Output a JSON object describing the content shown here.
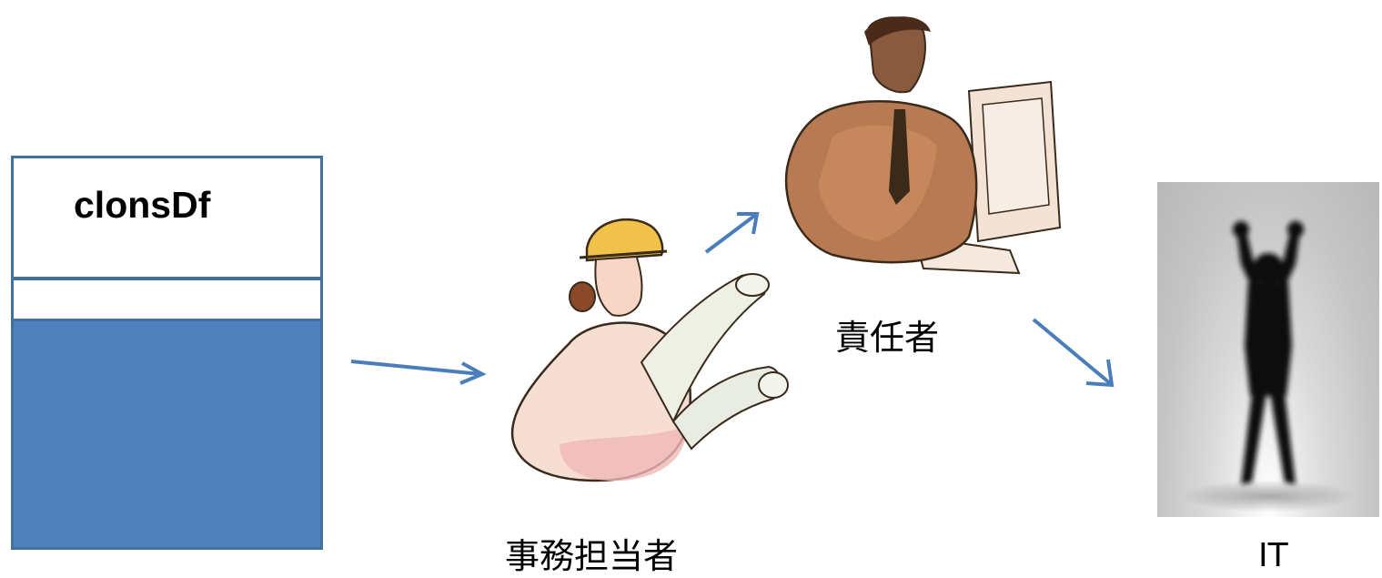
{
  "document_box": {
    "title": "clonsDf"
  },
  "actors": [
    {
      "id": "clerk",
      "label": "事務担当者",
      "icon": "clerk-with-blueprints-icon"
    },
    {
      "id": "manager",
      "label": "責任者",
      "icon": "manager-at-computer-icon"
    },
    {
      "id": "it",
      "label": "IT",
      "icon": "silhouette-person-icon"
    }
  ],
  "colors": {
    "box_fill": "#4f81bd",
    "box_border": "#41719c",
    "arrow": "#4a7ebb"
  }
}
